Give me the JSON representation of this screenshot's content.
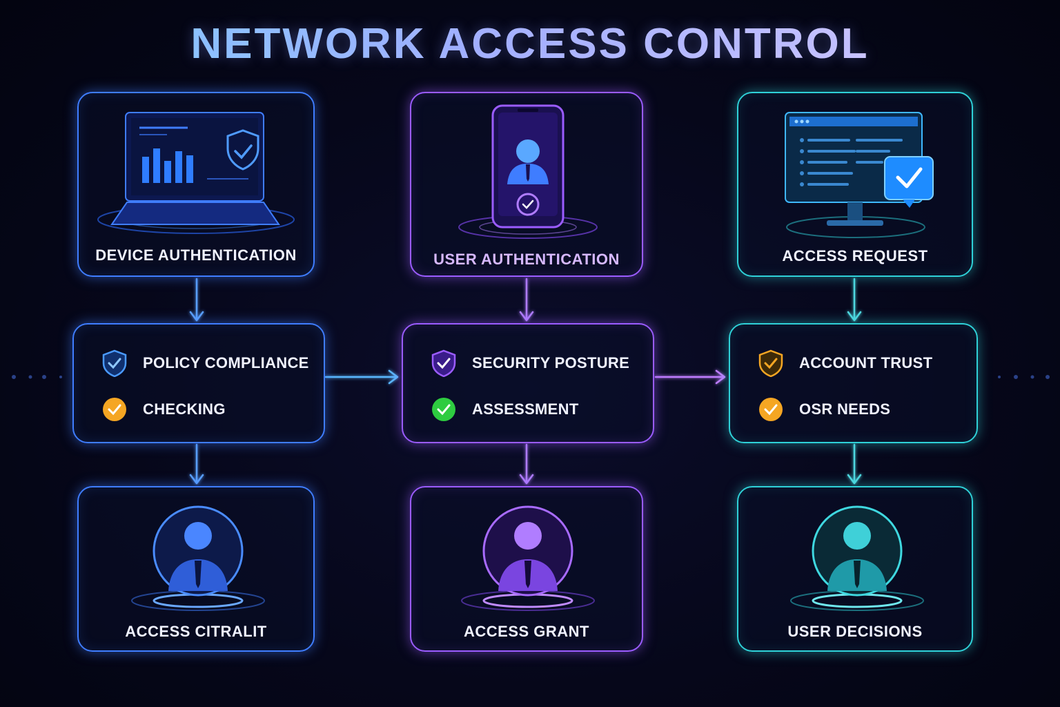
{
  "title": "NETWORK ACCESS CONTROL",
  "colors": {
    "blue": "#3f7dff",
    "purple": "#9b5cff",
    "teal": "#2fd1d8",
    "orange": "#f5a623",
    "green": "#2ecc40"
  },
  "columns": [
    {
      "theme": "blue",
      "top": {
        "label": "DEVICE AUTHENTICATION",
        "icon": "laptop-shield-icon"
      },
      "middle": {
        "items": [
          {
            "text": "POLICY COMPLIANCE",
            "icon": "shield-check-icon",
            "status": "blue"
          },
          {
            "text": "CHECKING",
            "icon": "check-circle-icon",
            "status": "orange"
          }
        ]
      },
      "bottom": {
        "label": "ACCESS CITRALIT",
        "icon": "user-avatar-icon"
      }
    },
    {
      "theme": "purple",
      "top": {
        "label": "USER AUTHENTICATION",
        "icon": "phone-user-icon"
      },
      "middle": {
        "items": [
          {
            "text": "SECURITY POSTURE",
            "icon": "shield-check-icon",
            "status": "purple"
          },
          {
            "text": "ASSESSMENT",
            "icon": "check-circle-icon",
            "status": "green"
          }
        ]
      },
      "bottom": {
        "label": "ACCESS GRANT",
        "icon": "user-avatar-icon"
      }
    },
    {
      "theme": "teal",
      "top": {
        "label": "ACCESS REQUEST",
        "icon": "monitor-check-icon"
      },
      "middle": {
        "items": [
          {
            "text": "ACCOUNT TRUST",
            "icon": "shield-check-icon",
            "status": "orange"
          },
          {
            "text": "OSR NEEDS",
            "icon": "check-circle-icon",
            "status": "orange"
          }
        ]
      },
      "bottom": {
        "label": "USER DECISIONS",
        "icon": "user-avatar-icon"
      }
    }
  ]
}
